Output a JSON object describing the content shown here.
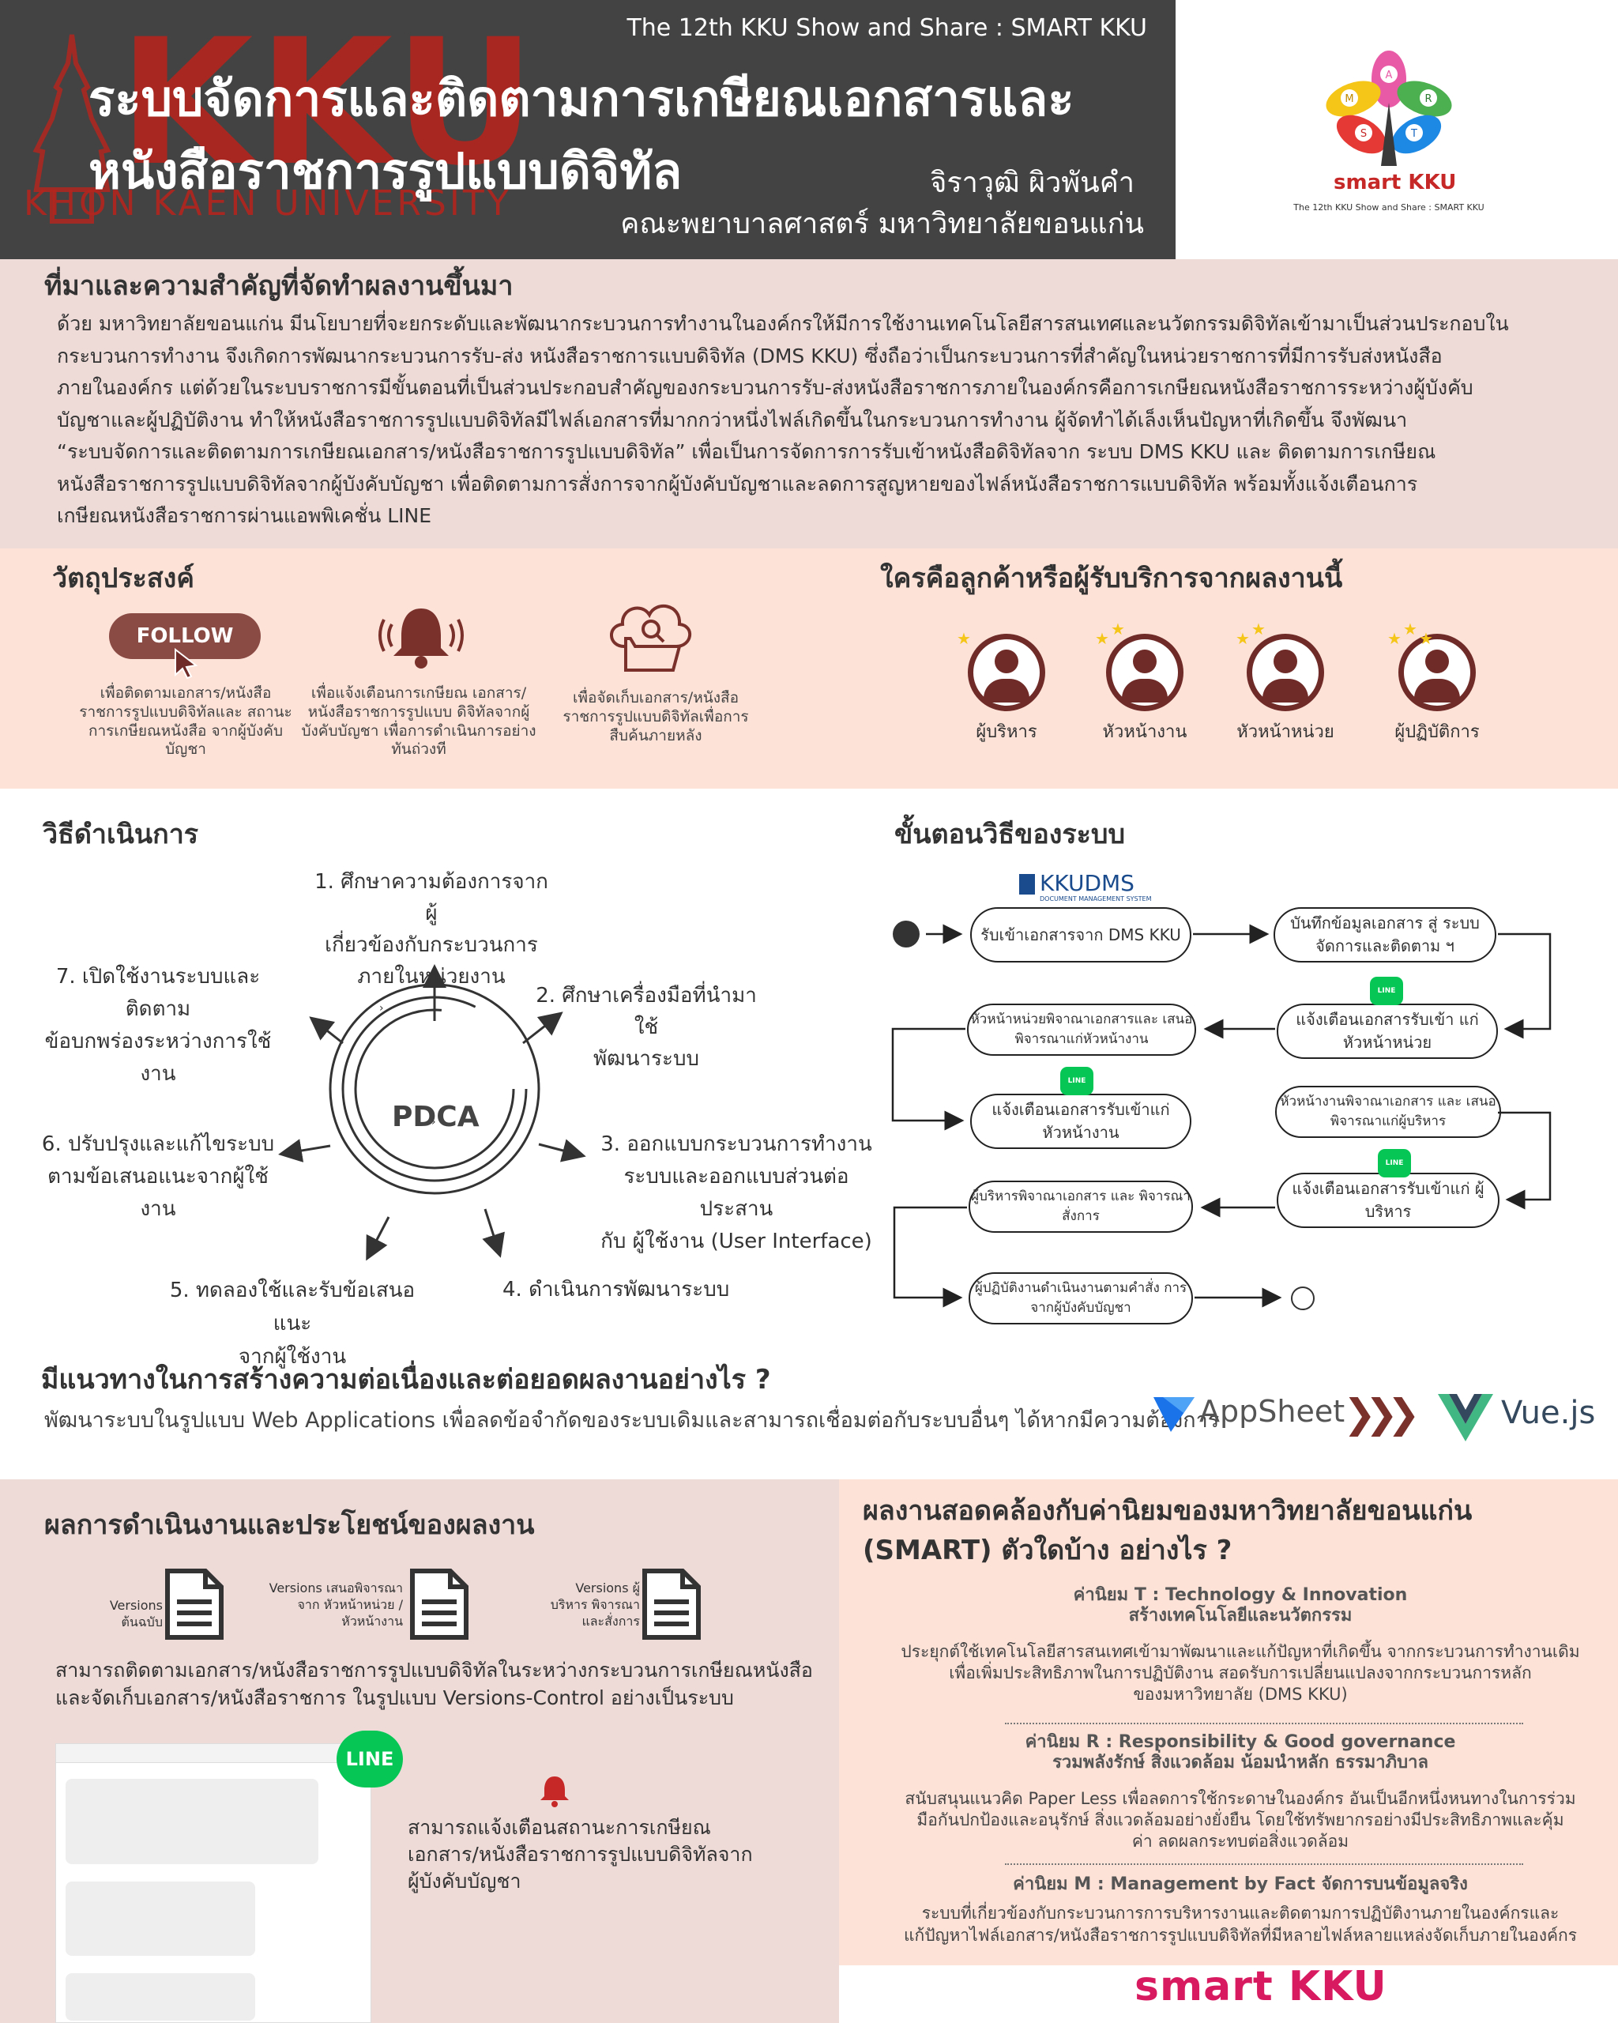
{
  "header": {
    "event_tag": "The 12th KKU Show and Share : SMART KKU",
    "title_line1": "ระบบจัดการและติดตามการเกษียณเอกสารและ",
    "title_line2": "หนังสือราชการรูปแบบดิจิทัล",
    "author": "จิราวุฒิ ผิวพันคำ",
    "faculty": "คณะพยาบาลศาสตร์ มหาวิทยาลัยขอนแก่น",
    "watermark_big": "KKU",
    "watermark_sub": "KHON KAEN UNIVERSITY"
  },
  "logo": {
    "letters": [
      "A",
      "M",
      "R",
      "S",
      "T"
    ],
    "wordmark": "smart KKU",
    "caption": "The 12th KKU Show and Share : SMART KKU"
  },
  "background": {
    "heading": "ที่มาและความสำคัญที่จัดทำผลงานขึ้นมา",
    "lines": [
      "ด้วย มหาวิทยาลัยขอนแก่น มีนโยบายที่จะยกระดับและพัฒนากระบวนการทำงานในองค์กรให้มีการใช้งานเทคโนโลยีสารสนเทศและนวัตกรรมดิจิทัลเข้ามาเป็นส่วนประกอบใน",
      "กระบวนการทำงาน จึงเกิดการพัฒนากระบวนการรับ-ส่ง หนังสือราชการแบบดิจิทัล (DMS KKU) ซึ่งถือว่าเป็นกระบวนการที่สำคัญในหน่วยราชการที่มีการรับส่งหนังสือ",
      "ภายในองค์กร แต่ด้วยในระบบราชการมีขั้นตอนที่เป็นส่วนประกอบสำคัญของกระบวนการรับ-ส่งหนังสือราชการภายในองค์กรคือการเกษียณหนังสือราชการระหว่างผู้บังคับ",
      "บัญชาและผู้ปฏิบัติงาน ทำให้หนังสือราชการรูปแบบดิจิทัลมีไฟล์เอกสารที่มากกว่าหนึ่งไฟล์เกิดขึ้นในกระบวนการทำงาน ผู้จัดทำได้เล็งเห็นปัญหาที่เกิดขึ้น จึงพัฒนา",
      "“ระบบจัดการและติดตามการเกษียณเอกสาร/หนังสือราชการรูปแบบดิจิทัล” เพื่อเป็นการจัดการการรับเข้าหนังสือดิจิทัลจาก ระบบ DMS KKU และ ติดตามการเกษียณ",
      "หนังสือราชการรูปแบบดิจิทัลจากผู้บังคับบัญชา เพื่อติดตามการสั่งการจากผู้บังคับบัญชาและลดการสูญหายของไฟล์หนังสือราชการแบบดิจิทัล พร้อมทั้งแจ้งเตือนการ",
      "เกษียณหนังสือราชการผ่านแอพพิเคชั่น LINE"
    ]
  },
  "objectives": {
    "heading": "วัตถุประสงค์",
    "follow_label": "FOLLOW",
    "items": [
      "เพื่อติดตามเอกสาร/หนังสือ ราชการรูปแบบดิจิทัลและ สถานะการเกษียณหนังสือ จากผู้บังคับบัญชา",
      "เพื่อแจ้งเตือนการเกษียณ เอกสาร/หนังสือราชการรูปแบบ ดิจิทัลจากผู้บังคับบัญชา เพื่อการดำเนินการอย่างทันถ่วงที",
      "เพื่อจัดเก็บเอกสาร/หนังสือ ราชการรูปแบบดิจิทัลเพื่อการ สืบค้นภายหลัง"
    ]
  },
  "customers": {
    "heading": "ใครคือลูกค้าหรือผู้รับบริการจากผลงานนี้",
    "roles": [
      "ผู้บริหาร",
      "หัวหน้างาน",
      "หัวหน้าหน่วย",
      "ผู้ปฏิบัติการ"
    ],
    "stars": [
      1,
      2,
      2,
      3
    ]
  },
  "method": {
    "heading": "วิธีดำเนินการ",
    "center": "PDCA",
    "steps": [
      "1. ศึกษาความต้องการจากผู้",
      "เกี่ยวข้องกับกระบวนการ",
      "ภายในหน่วยงาน",
      "2. ศึกษาเครื่องมือที่นำมาใช้",
      "พัฒนาระบบ",
      "3. ออกแบบกระบวนการทำงาน",
      "ระบบและออกแบบส่วนต่อประสาน",
      "กับ ผู้ใช้งาน (User Interface)",
      "4. ดำเนินการพัฒนาระบบ",
      "5. ทดลองใช้และรับข้อเสนอแนะ",
      "จากผู้ใช้งาน",
      "6. ปรับปรุงและแก้ไขระบบ",
      "ตามข้อเสนอแนะจากผู้ใช้งาน",
      "7. เปิดใช้งานระบบและติดตาม",
      "ข้อบกพร่องระหว่างการใช้งาน"
    ]
  },
  "flow": {
    "heading": "ขั้นตอนวิธีของระบบ",
    "brand": "KKUDMS",
    "brand_sub": "DOCUMENT MANAGEMENT SYSTEM",
    "line_badge": "LINE",
    "nodes": [
      "รับเข้าเอกสารจาก DMS KKU",
      "บันทึกข้อมูลเอกสาร สู่ ระบบจัดการและติดตาม ฯ",
      "แจ้งเตือนเอกสารรับเข้า แก่ หัวหน้าหน่วย",
      "หัวหน้าหน่วยพิจาณาเอกสารและ เสนอพิจารณาแก่หัวหน้างาน",
      "แจ้งเตือนเอกสารรับเข้าแก่ หัวหน้างาน",
      "หัวหน้างานพิจาณาเอกสาร และ เสนอพิจารณาแก่ผู้บริหาร",
      "แจ้งเตือนเอกสารรับเข้าแก่ ผู้บริหาร",
      "ผู้บริหารพิจาณาเอกสาร และ พิจารณาสั่งการ",
      "ผู้ปฏิบัติงานดำเนินงานตามคำสั่ง การจากผู้บังคับบัญชา"
    ]
  },
  "continuity": {
    "heading": "มีแนวทางในการสร้างความต่อเนื่องและต่อยอดผลงานอย่างไร ?",
    "body": "พัฒนาระบบในรูปแบบ Web Applications เพื่อลดข้อจำกัดของระบบเดิมและสามารถเชื่อมต่อกับระบบอื่นๆ ได้หากมีความต้องการ",
    "tool_from": "AppSheet",
    "tool_to": "Vue.js"
  },
  "results": {
    "heading": "ผลการดำเนินงานและประโยชน์ของผลงาน",
    "versions": [
      "Versions ต้นฉบับ",
      "Versions เสนอพิจารณาจาก หัวหน้าหน่วย / หัวหน้างาน",
      "Versions ผู้บริหาร พิจารณาและสั่งการ"
    ],
    "summary_line1": "สามารถติดตามเอกสาร/หนังสือราชการรูปแบบดิจิทัลในระหว่างกระบวนการเกษียณหนังสือ",
    "summary_line2": "และจัดเก็บเอกสาร/หนังสือราชการ ในรูปแบบ Versions-Control อย่างเป็นระบบ",
    "line_label": "LINE",
    "notify_line1": "สามารถแจ้งเตือนสถานะการเกษียณ",
    "notify_line2": "เอกสาร/หนังสือราชการรูปแบบดิจิทัลจาก",
    "notify_line3": "ผู้บังคับบัญชา"
  },
  "values": {
    "heading_line1": "ผลงานสอดคล้องกับค่านิยมของมหาวิทยาลัยขอนแก่น",
    "heading_line2": "(SMART) ตัวใดบ้าง อย่างไร ?",
    "items": [
      {
        "title1": "ค่านิยม T : Technology & Innovation",
        "title2": "สร้างเทคโนโลยีและนวัตกรรม",
        "lines": [
          "ประยุกต์ใช้เทคโนโลยีสารสนเทศเข้ามาพัฒนาและแก้ปัญหาที่เกิดขึ้น จากกระบวนการทำงานเดิม",
          "เพื่อเพิ่มประสิทธิภาพในการปฏิบัติงาน สอดรับการเปลี่ยนแปลงจากกระบวนการหลัก",
          "ของมหาวิทยาลัย (DMS KKU)"
        ]
      },
      {
        "title1": "ค่านิยม R : Responsibility & Good governance",
        "title2": "รวมพลังรักษ์ สิ่งแวดล้อม น้อมนำหลัก ธรรมาภิบาล",
        "lines": [
          "สนับสนุนแนวคิด Paper Less เพื่อลดการใช้กระดาษในองค์กร อันเป็นอีกหนึ่งหนทางในการร่วม",
          "มือกันปกป้องและอนุรักษ์    สิ่งแวดล้อมอย่างยั่งยืน โดยใช้ทรัพยากรอย่างมีประสิทธิภาพและคุ้ม",
          "ค่า ลดผลกระทบต่อสิ่งแวดล้อม"
        ]
      },
      {
        "title1": "ค่านิยม M : Management by Fact จัดการบนข้อมูลจริง",
        "title2": "",
        "lines": [
          "ระบบที่เกี่ยวข้องกับกระบวนการการบริหารงานและติดตามการปฏิบัติงานภายในองค์กรและ",
          "แก้ปัญหาไฟล์เอกสาร/หนังสือราชการรูปแบบดิจิทัลที่มีหลายไฟล์หลายแหล่งจัดเก็บภายในองค์กร"
        ]
      }
    ],
    "footer_brand": "smart KKU"
  },
  "colors": {
    "header_bg": "#444343",
    "accent_red": "#b3261e",
    "band_pink": "#eedbd8",
    "band_peach": "#fde2d8",
    "avatar_brown": "#6f2b27",
    "line_green": "#06c755"
  }
}
